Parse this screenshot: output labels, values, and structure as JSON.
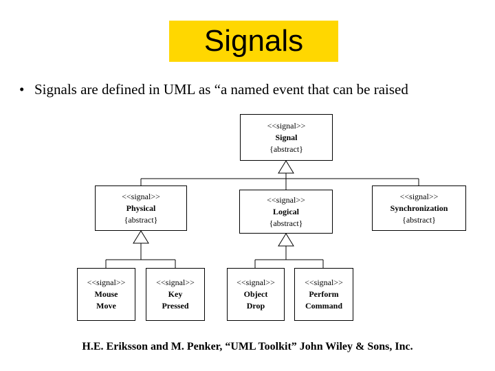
{
  "title": "Signals",
  "bullet": {
    "marker": "•",
    "text": "Signals are defined in UML as “a named event that can be raised"
  },
  "diagram": {
    "signal": {
      "stereotype": "<<signal>>",
      "name": "Signal",
      "constraint": "{abstract}"
    },
    "physical": {
      "stereotype": "<<signal>>",
      "name": "Physical",
      "constraint": "{abstract}"
    },
    "logical": {
      "stereotype": "<<signal>>",
      "name": "Logical",
      "constraint": "{abstract}"
    },
    "synchronization": {
      "stereotype": "<<signal>>",
      "name": "Synchronization",
      "constraint": "{abstract}"
    },
    "mouse_move": {
      "stereotype": "<<signal>>",
      "name_line1": "Mouse",
      "name_line2": "Move"
    },
    "key_pressed": {
      "stereotype": "<<signal>>",
      "name_line1": "Key",
      "name_line2": "Pressed"
    },
    "object_drop": {
      "stereotype": "<<signal>>",
      "name_line1": "Object",
      "name_line2": "Drop"
    },
    "perform_command": {
      "stereotype": "<<signal>>",
      "name_line1": "Perform",
      "name_line2": "Command"
    }
  },
  "footer": "H.E. Eriksson and M. Penker, “UML Toolkit” John Wiley & Sons, Inc.",
  "colors": {
    "title_bg": "#ffd700"
  }
}
